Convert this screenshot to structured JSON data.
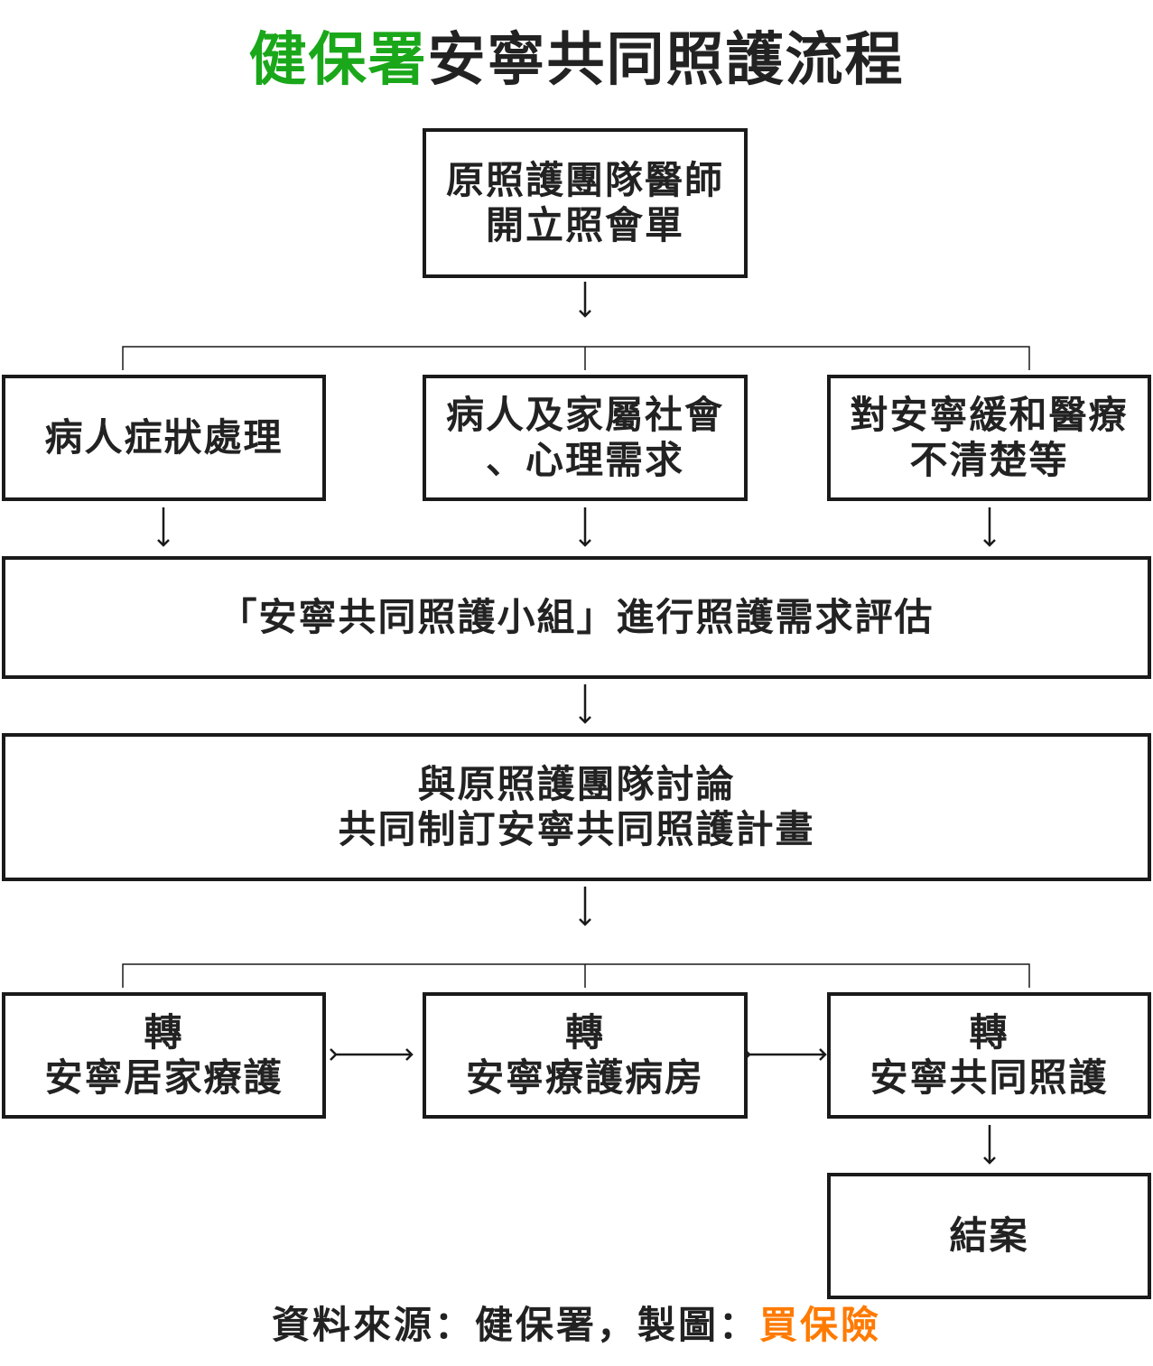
{
  "title": {
    "accent": "健保署",
    "rest": "安寧共同照護流程",
    "accent_color": "#1aa71a"
  },
  "nodes": {
    "referral": {
      "line1": "原照護團隊醫師",
      "line2": "開立照會單"
    },
    "symptom": {
      "line1": "病人症狀處理"
    },
    "psychosocial": {
      "line1": "病人及家屬社會",
      "line2": "、心理需求"
    },
    "unclear": {
      "line1": "對安寧緩和醫療",
      "line2": "不清楚等"
    },
    "assessment": {
      "line1": "「安寧共同照護小組」進行照護需求評估"
    },
    "plan": {
      "line1": "與原照護團隊討論",
      "line2": "共同制訂安寧共同照護計畫"
    },
    "home_care": {
      "line1": "轉",
      "line2": "安寧居家療護"
    },
    "ward": {
      "line1": "轉",
      "line2": "安寧療護病房"
    },
    "shared_care": {
      "line1": "轉",
      "line2": "安寧共同照護"
    },
    "close": {
      "line1": "結案"
    }
  },
  "footer": {
    "source": "資料來源：健保署，製圖：",
    "maker": "買保險",
    "maker_color": "#ff7a00"
  }
}
